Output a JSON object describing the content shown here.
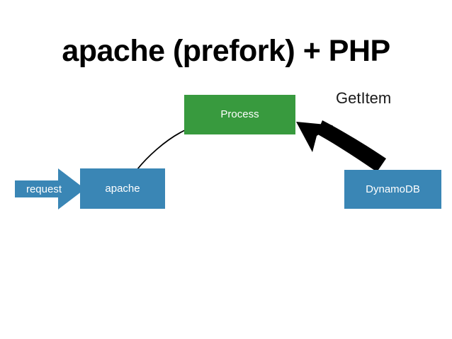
{
  "slide": {
    "title": "apache (prefork) + PHP",
    "background_color": "#ffffff"
  },
  "colors": {
    "process_green": "#389a3e",
    "node_blue": "#3a86b5",
    "arrow_black": "#000000",
    "node_text": "#ffffff",
    "label_text": "#1a1a1a",
    "title_text": "#000000"
  },
  "nodes": {
    "process": {
      "label": "Process",
      "color": "#389a3e",
      "shape": "rectangle"
    },
    "apache": {
      "label": "apache",
      "color": "#3a86b5",
      "shape": "rectangle"
    },
    "dynamodb": {
      "label": "DynamoDB",
      "color": "#3a86b5",
      "shape": "rectangle"
    },
    "request": {
      "label": "request",
      "color": "#3a86b5",
      "shape": "block-arrow-right"
    }
  },
  "connectors": {
    "apache_to_process": {
      "label": "",
      "style": "thin-curve",
      "color": "#000000",
      "from": "apache",
      "to": "process"
    },
    "dynamodb_to_process": {
      "label": "GetItem",
      "style": "thick-curved-arrow",
      "color": "#000000",
      "from": "dynamodb",
      "to": "process"
    }
  },
  "icons": {
    "request_arrow": "arrow-right-icon",
    "getitem_arrow": "curved-arrow-up-left-icon",
    "spawn_curve": "curve-connector-icon"
  }
}
